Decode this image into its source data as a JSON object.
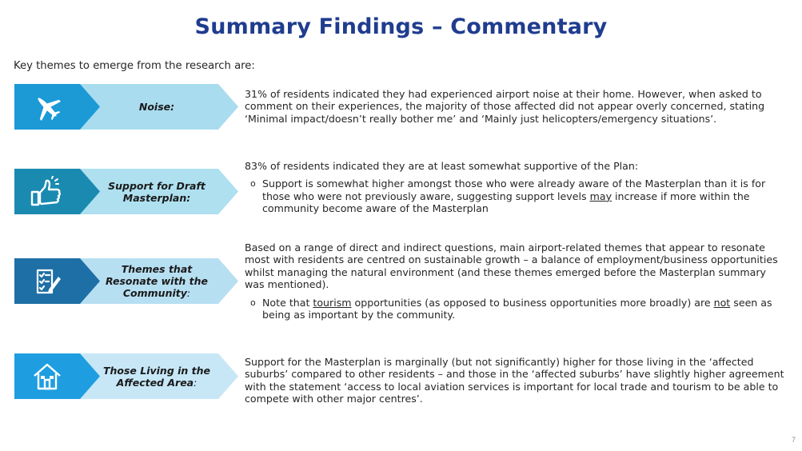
{
  "title": "Summary Findings – Commentary",
  "intro": "Key themes to emerge from the research are:",
  "themes": [
    {
      "label": "Noise:",
      "icon": "airplane-icon",
      "text": "31% of residents indicated they had experienced airport noise at their home.  However, when asked to comment on their experiences, the majority of those affected did not appear overly concerned, stating ‘Minimal impact/doesn’t really bother me’ and ‘Mainly just helicopters/emergency situations’."
    },
    {
      "label": "Support for Draft Masterplan:",
      "icon": "thumbs-up-icon",
      "text": "83% of residents indicated they are at least somewhat supportive of the Plan:",
      "bullet_pre": "Support is somewhat higher amongst those who were already aware of the Masterplan than it is for those who were not previously aware, suggesting support levels ",
      "bullet_u": "may",
      "bullet_post": " increase if more within the community become aware of the Masterplan"
    },
    {
      "label": "Themes that Resonate with the Community",
      "label_suffix": ":",
      "icon": "checklist-icon",
      "text": "Based on a range of direct and indirect questions, main airport-related themes that appear to resonate most with residents are centred on sustainable growth – a balance of employment/business opportunities whilst managing the natural environment (and these themes emerged before the Masterplan summary was mentioned).",
      "bullet_a": "Note that ",
      "bullet_u1": "tourism",
      "bullet_b": " opportunities (as opposed to business opportunities more broadly) are ",
      "bullet_u2": "not",
      "bullet_c": " seen as being as important by the community."
    },
    {
      "label": "Those Living in the Affected Area",
      "label_suffix": ":",
      "icon": "house-icon",
      "text": "Support for the Masterplan is marginally (but not significantly) higher for those living in the ‘affected suburbs’ compared to other residents – and those in the ‘affected suburbs’ have slightly higher agreement with the statement ‘access to local aviation services is important for local trade and tourism to be able to compete with other major centres’."
    }
  ],
  "page_number": "7",
  "colors": {
    "title": "#1f3c8f",
    "row1_dark": "#1b9ad6",
    "row1_light": "#a9dcef",
    "row2_dark": "#1a8ab0",
    "row2_light": "#aee0f0",
    "row3_dark": "#1e6fa6",
    "row3_light": "#b7dff2",
    "row4_dark": "#1e9ee0",
    "row4_light": "#c7e7f7"
  }
}
